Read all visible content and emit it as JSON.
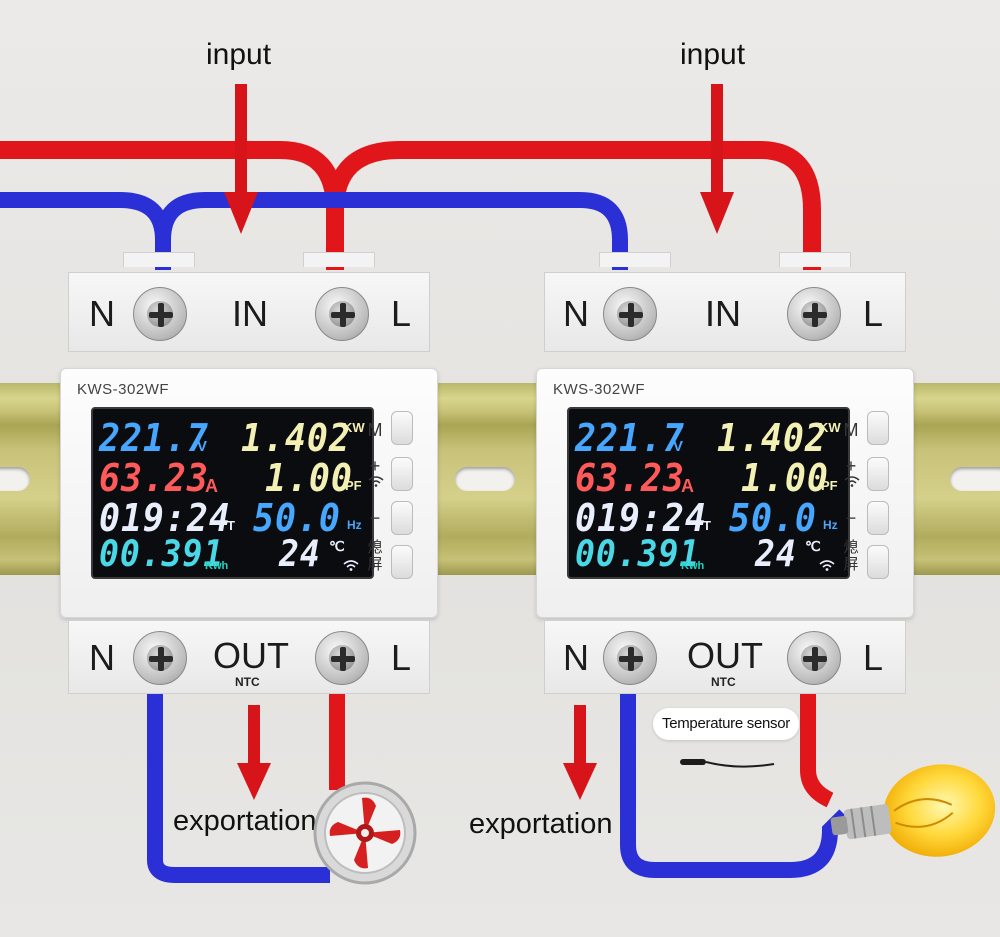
{
  "labels": {
    "input_left": "input",
    "input_right": "input",
    "export_left": "exportation",
    "export_right": "exportation",
    "sensor": "Temperature sensor"
  },
  "devices": [
    {
      "model": "KWS-302WF",
      "top": {
        "n": "N",
        "title": "IN",
        "l": "L"
      },
      "bottom": {
        "n": "N",
        "title": "OUT",
        "sub": "NTC",
        "l": "L"
      },
      "display": {
        "voltage": "221.7",
        "voltage_unit": "V",
        "power": "1.402",
        "power_unit": "KW",
        "current": "63.23",
        "current_unit": "A",
        "pf": "1.00",
        "pf_unit": "PF",
        "time": "019:24",
        "time_unit": "T",
        "freq": "50.0",
        "freq_unit": "Hz",
        "energy": "00.391",
        "energy_unit": "Kwh",
        "temp": "24",
        "temp_unit": "℃"
      },
      "buttons": [
        "M",
        "+",
        "−",
        "熄屏"
      ]
    },
    {
      "model": "KWS-302WF",
      "top": {
        "n": "N",
        "title": "IN",
        "l": "L"
      },
      "bottom": {
        "n": "N",
        "title": "OUT",
        "sub": "NTC",
        "l": "L"
      },
      "display": {
        "voltage": "221.7",
        "voltage_unit": "V",
        "power": "1.402",
        "power_unit": "KW",
        "current": "63.23",
        "current_unit": "A",
        "pf": "1.00",
        "pf_unit": "PF",
        "time": "019:24",
        "time_unit": "T",
        "freq": "50.0",
        "freq_unit": "Hz",
        "energy": "00.391",
        "energy_unit": "Kwh",
        "temp": "24",
        "temp_unit": "℃"
      },
      "buttons": [
        "M",
        "+",
        "−",
        "熄屏"
      ]
    }
  ],
  "colors": {
    "live_wire": "#e0161b",
    "neutral_wire": "#2a2fd6",
    "arrow": "#d6141a",
    "lcd_blue": "#47a7ff",
    "lcd_yellow": "#f3f0b4",
    "lcd_red": "#ff5a5a",
    "lcd_white": "#e8eefb",
    "lcd_cyan": "#4bd8e6",
    "lcd_teal": "#1ed6c0"
  },
  "icons": [
    "screw-terminal-icon",
    "wifi-icon",
    "fan-icon",
    "light-bulb-icon",
    "temperature-probe-icon",
    "arrow-down-icon"
  ]
}
